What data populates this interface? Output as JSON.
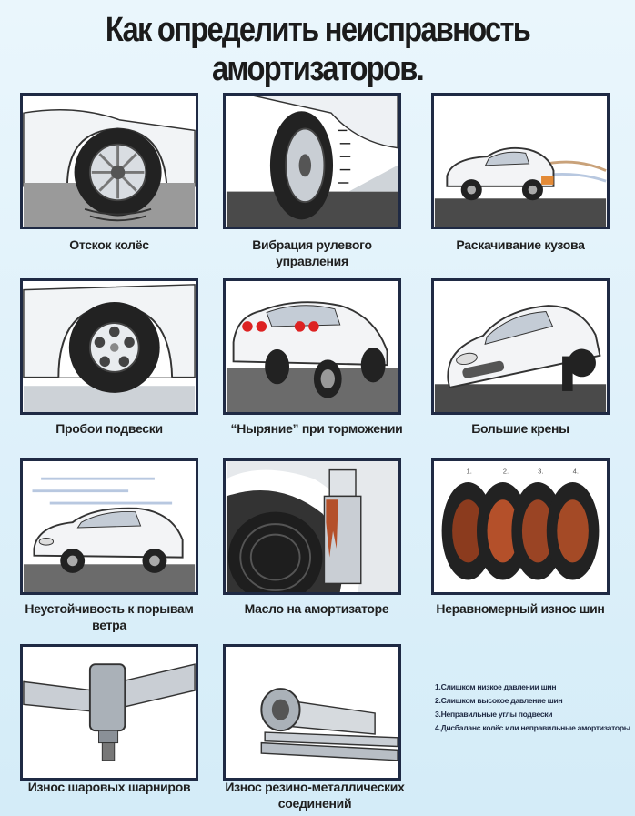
{
  "title": "Как определить неисправность амортизаторов.",
  "panels": [
    {
      "caption": "Отскок колёс",
      "icon": "bouncing-wheel-icon"
    },
    {
      "caption": "Вибрация рулевого управления",
      "icon": "steering-vibration-icon"
    },
    {
      "caption": "Раскачивание кузова",
      "icon": "body-sway-icon"
    },
    {
      "caption": "Пробои подвески",
      "icon": "suspension-bottoming-icon"
    },
    {
      "caption": "“Ныряние” при торможении",
      "icon": "brake-dive-icon"
    },
    {
      "caption": "Большие крены",
      "icon": "body-roll-icon"
    },
    {
      "caption": "Неустойчивость к порывам ветра",
      "icon": "crosswind-instability-icon"
    },
    {
      "caption": "Масло на амортизаторе",
      "icon": "oil-leak-icon"
    },
    {
      "caption": "Неравномерный износ шин",
      "icon": "uneven-tire-wear-icon"
    },
    {
      "caption": "Износ шаровых шарниров",
      "icon": "ball-joint-wear-icon"
    },
    {
      "caption": "Износ резино-металлических соединений",
      "icon": "rubber-metal-bushing-icon"
    }
  ],
  "tire_numbers": [
    "1.",
    "2.",
    "3.",
    "4."
  ],
  "notes": [
    "1.Слишком низкое давлении шин",
    "2.Слишком высокое давление шин",
    "3.Неправильные углы подвески",
    "4.Дисбаланс колёс или неправильные амортизаторы"
  ],
  "colors": {
    "background": "#e3f2fa",
    "frame": "#1f2a44",
    "road": "#4a4a4a",
    "rust": "#b4502a"
  }
}
